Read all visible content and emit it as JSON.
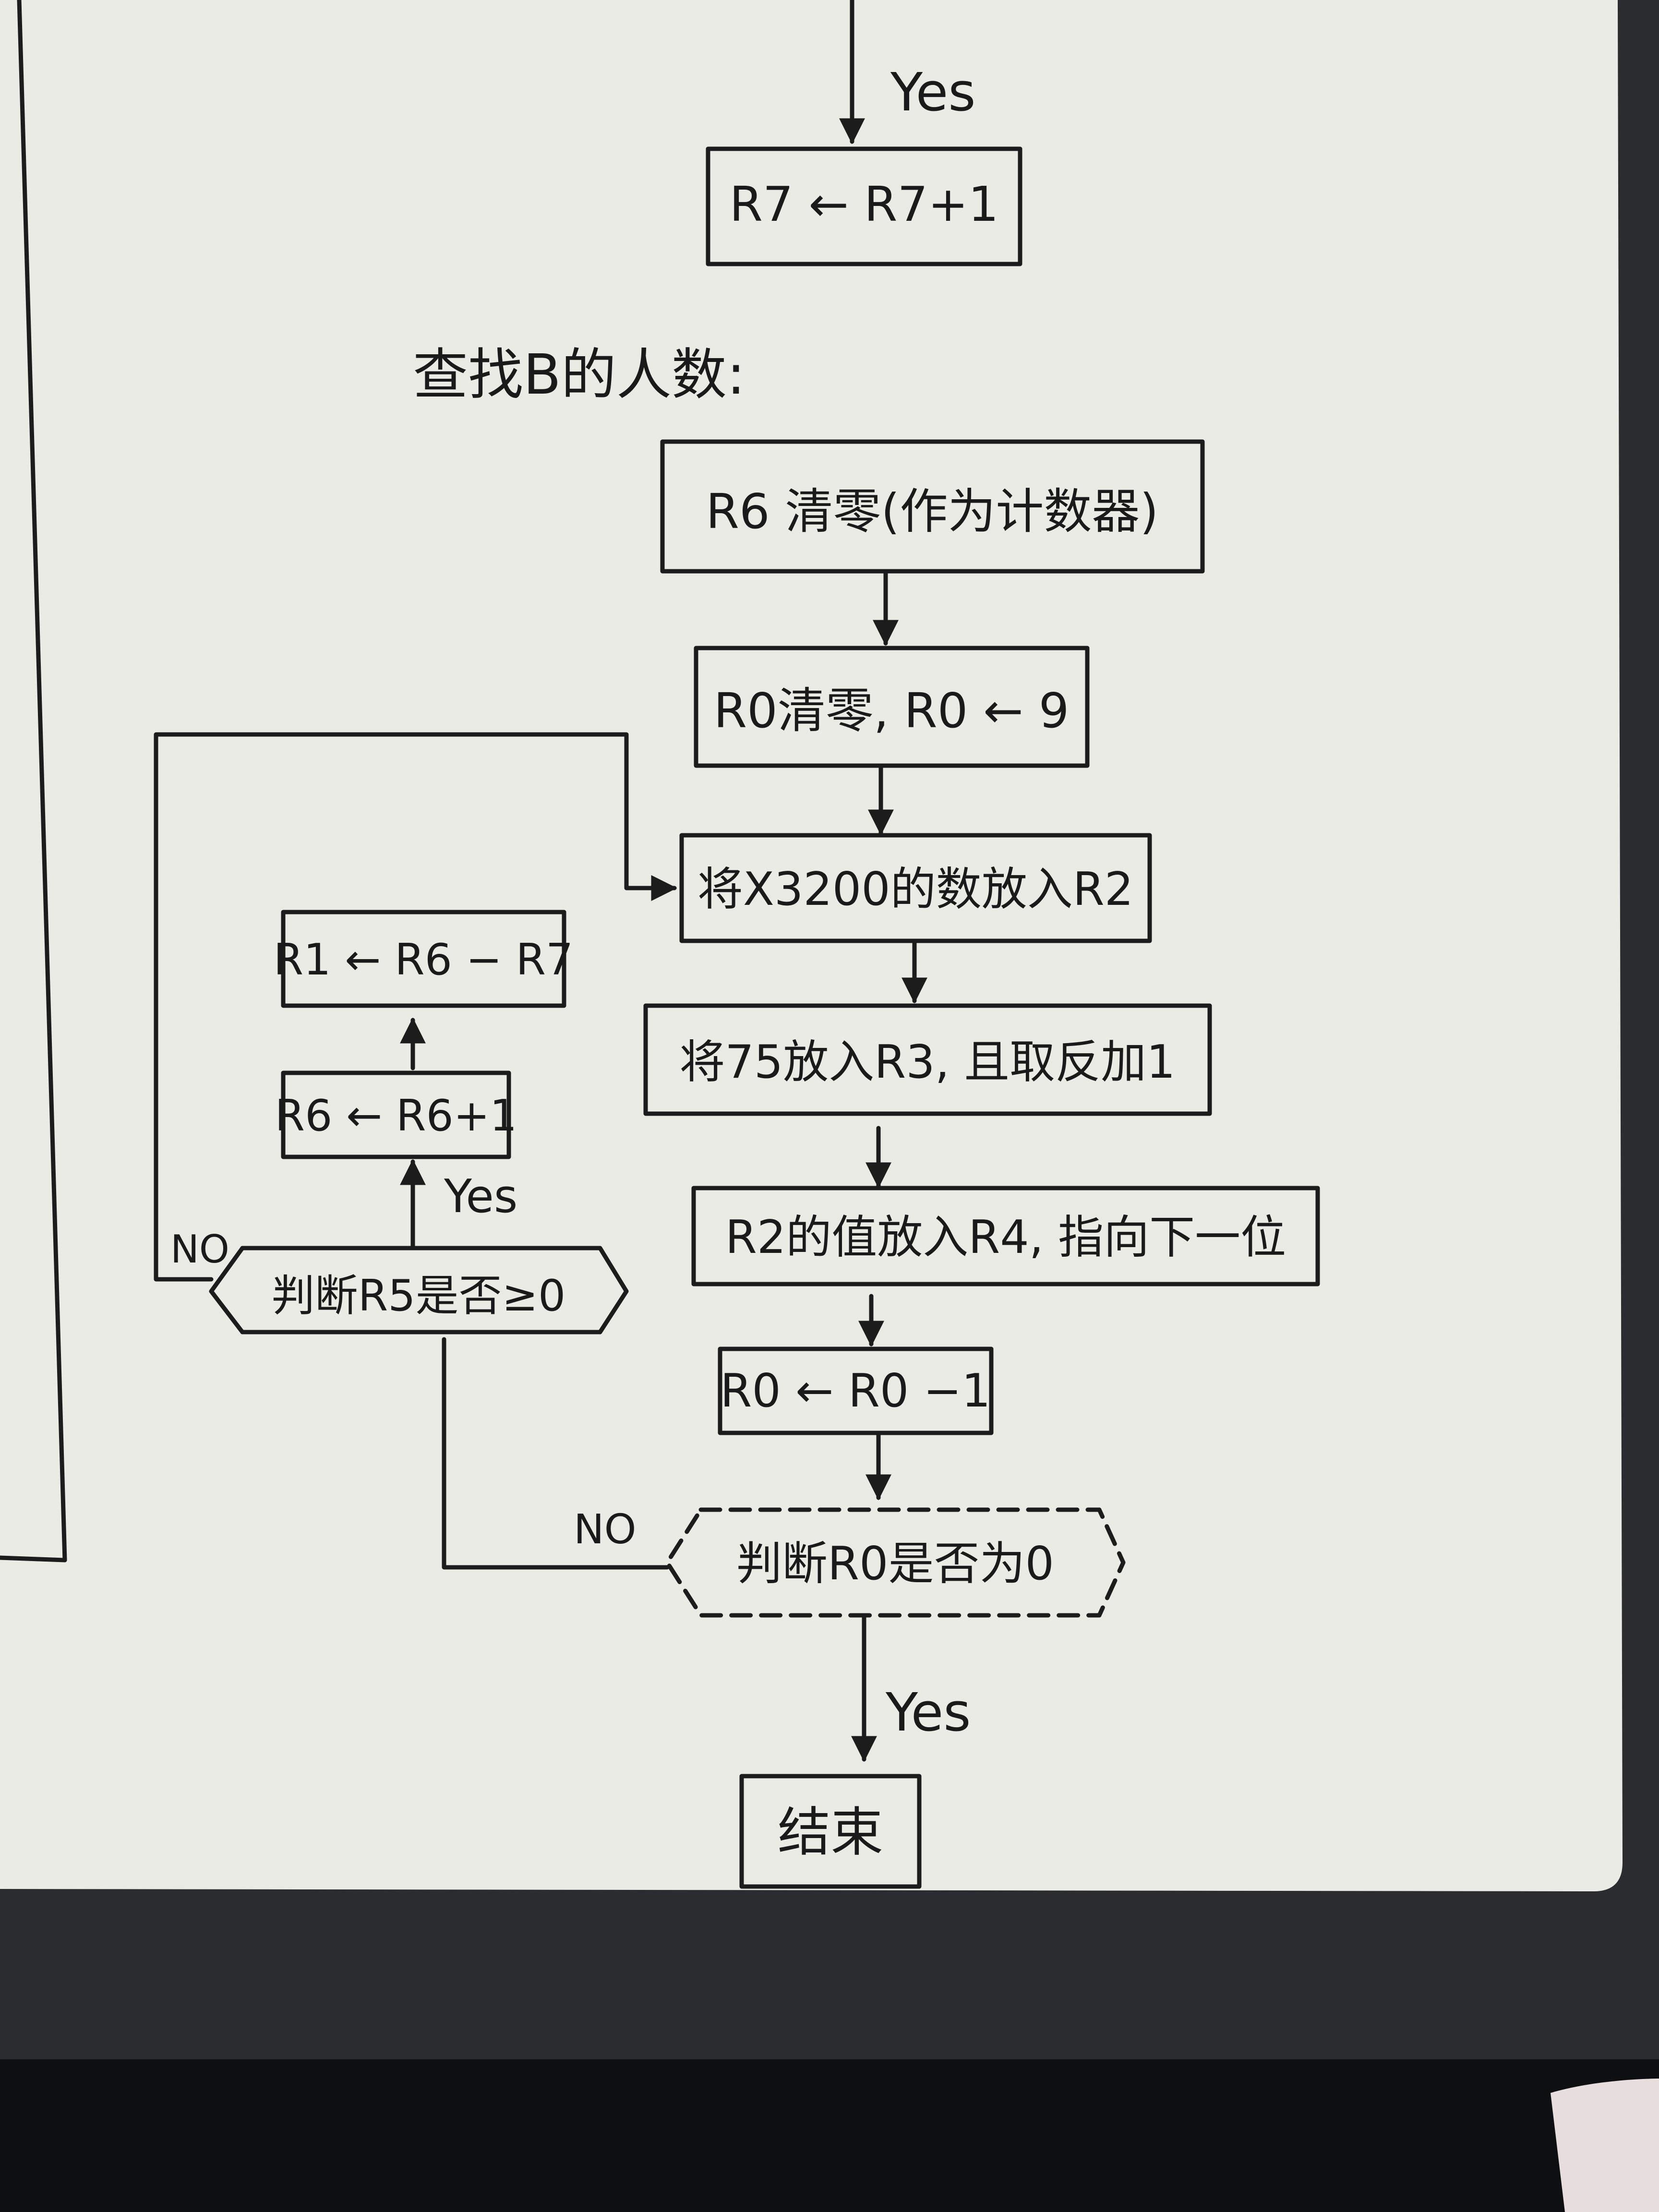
{
  "flowchart": {
    "section_title": "查找B的人数:",
    "top_edge_label": "Yes",
    "increment_r7": "R7 ← R7+1",
    "clear_r6": "R6 清零(作为计数器)",
    "init_r0": "R0清零, R0 ← 9",
    "load_r2": "将X3200的数放入R2",
    "load_r3": "将75放入R3, 且取反加1",
    "store_r4": "R2的值放入R4, 指向下一位",
    "dec_r0": "R0 ← R0 −1",
    "check_r0": "判断R0是否为0",
    "check_r5": "判断R5是否≥0",
    "inc_r6": "R6 ← R6+1",
    "sub_r1": "R1 ← R6 − R7",
    "end": "结束",
    "labels": {
      "check_r5_yes": "Yes",
      "check_r5_no": "NO",
      "check_r0_yes": "Yes",
      "check_r0_no": "NO"
    }
  },
  "colors": {
    "paper": "#ebebe6",
    "ink": "#1c1c1c",
    "desk": "#2a2c2f"
  }
}
